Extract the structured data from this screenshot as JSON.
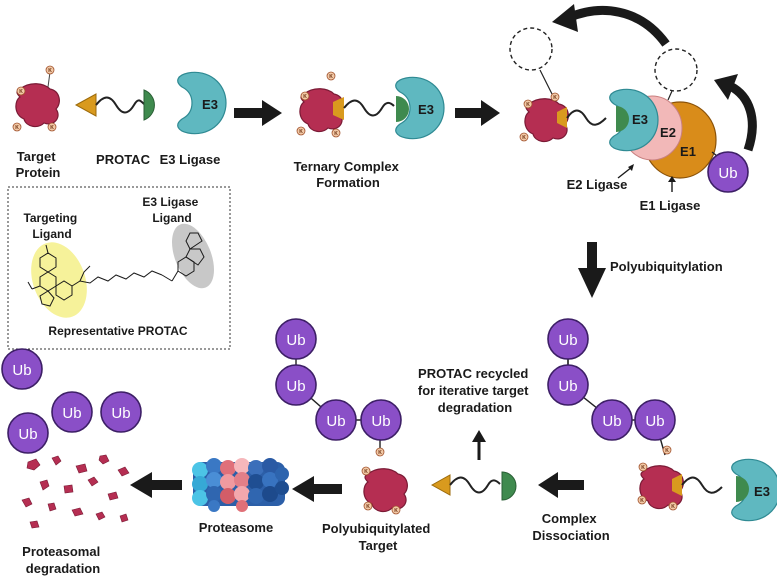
{
  "labels": {
    "target_protein": [
      "Target",
      "Protein"
    ],
    "protac": "PROTAC",
    "e3_ligase": "E3 Ligase",
    "ternary_complex": [
      "Ternary Complex",
      "Formation"
    ],
    "e2_ligase": "E2 Ligase",
    "e1_ligase": "E1 Ligase",
    "polyubiquitylation": "Polyubiquitylation",
    "protac_recycled": [
      "PROTAC recycled",
      "for iterative target",
      "degradation"
    ],
    "complex_dissociation": [
      "Complex",
      "Dissociation"
    ],
    "polyubiquitylated_target": [
      "Polyubiquitylated",
      "Target"
    ],
    "proteasome": "Proteasome",
    "proteasomal_degradation": [
      "Proteasomal",
      "degradation"
    ]
  },
  "inset": {
    "targeting_ligand": [
      "Targeting",
      "Ligand"
    ],
    "e3_ligase_ligand": [
      "E3 Ligase",
      "Ligand"
    ],
    "caption": "Representative PROTAC"
  },
  "tags": {
    "e3": "E3",
    "e2": "E2",
    "e1": "E1",
    "ub": "Ub",
    "lysine": "K"
  },
  "colors": {
    "target_protein": "#b52e52",
    "warhead": "#d99a1e",
    "e3_binder": "#3f8a4e",
    "e3_ligase": "#5fb8c0",
    "e2_ligase": "#f2b8b8",
    "e1_ligase": "#d98c1a",
    "ubiquitin": "#8a4fc7",
    "targeting_highlight": "#f6f29a",
    "e3_ligand_highlight": "#c8c8c8"
  }
}
